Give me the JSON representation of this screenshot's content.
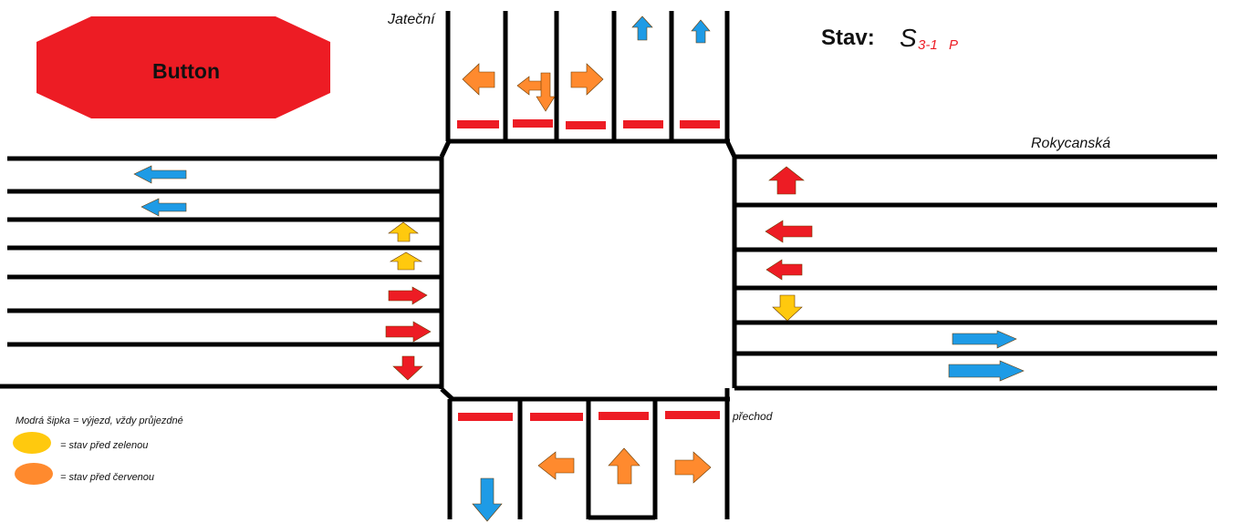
{
  "button": {
    "label": "Button",
    "color": "#ed1c24"
  },
  "streets": {
    "north": "Jateční",
    "east": "Rokycanská"
  },
  "state": {
    "label": "Stav:",
    "symbol": "S",
    "subscript": "3-1",
    "suffix": "P"
  },
  "crosswalk_label": "přechod",
  "legend": {
    "blue": "Modrá šipka = výjezd, vždy průjezdné",
    "yellow": "= stav před zelenou",
    "orange": "= stav před červenou"
  },
  "colors": {
    "red": "#ed1c24",
    "blue": "#1e9be6",
    "orange": "#ff8a2e",
    "yellow": "#ffc90e",
    "road": "#000000"
  },
  "signals": {
    "north": [
      "orange-left",
      "orange-left-down",
      "orange-right",
      "blue-up",
      "blue-up"
    ],
    "west": [
      "blue-left",
      "blue-left",
      "yellow-up",
      "yellow-up",
      "red-right",
      "red-right",
      "red-down"
    ],
    "east": [
      "red-up",
      "red-left",
      "red-left",
      "yellow-down",
      "blue-right",
      "blue-right"
    ],
    "south": [
      "blue-down",
      "orange-left",
      "orange-up",
      "orange-right"
    ]
  }
}
